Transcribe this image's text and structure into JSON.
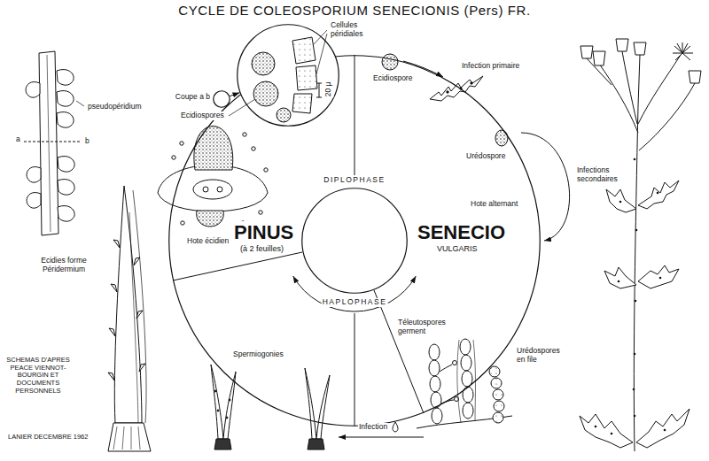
{
  "diagram": {
    "title": "CYCLE DE COLEOSPORIUM SENECIONIS (Pers) FR.",
    "nodes": [
      {
        "text": [
          "PINUS",
          "(à 2 feuilles)",
          "SENECIO",
          "VULGARIS"
        ]
      },
      {
        "text": [
          "DIPLOPHASE",
          "HAPLOPHASE"
        ],
        "in": 0
      },
      {
        "text": [
          "Coupe a b"
        ]
      },
      {
        "text": [
          "Cellules péridiales",
          "Ecidiospores"
        ]
      }
    ],
    "edges": [
      {
        "from": 2,
        "to": 3,
        "arrow": "to"
      }
    ],
    "labels": [
      "pseudopéridium",
      "a",
      "b",
      "20 µ",
      "Ecidiospore",
      "Infection primaire",
      "Urédospore",
      "Infections secondaires",
      "Hote alternant",
      "Hote écidien",
      "Ecidies forme Péridermium",
      "Spermiogonies",
      "Infection",
      "Téleutospores germent",
      "Urédospores en file",
      "SCHEMAS D'APRES PEACE VIENNOT-BOURGIN ET DOCUMENTS PERSONNELS",
      "LANIER DECEMBRE 1962"
    ]
  }
}
